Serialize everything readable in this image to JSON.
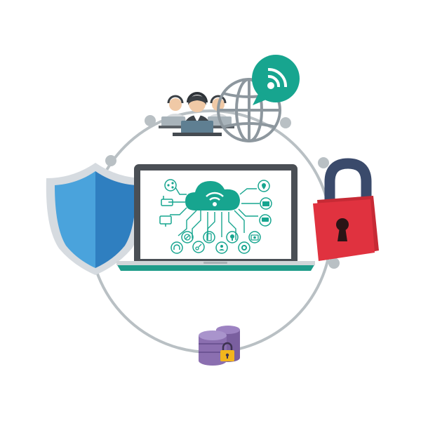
{
  "colors": {
    "ring": "#b9c0c4",
    "teal": "#17a58f",
    "teal_dark": "#12877a",
    "shield_light": "#4aa3dc",
    "shield_dark": "#2f7fc0",
    "shield_rim": "#d6dbe0",
    "lock_body": "#e0323f",
    "lock_shackle": "#3a4a6b",
    "globe": "#8d979e",
    "database": "#8b6fb0",
    "database_lock": "#f2b51d",
    "laptop_frame": "#4a4f55",
    "laptop_base": "#1f9c8a"
  },
  "illustration": {
    "center": "laptop-cloud-network",
    "orbit_items": [
      "support-agents",
      "globe-wifi-bubble",
      "padlock",
      "locked-database",
      "security-shield"
    ],
    "cloud_icon": "wifi-icon",
    "network_icons": [
      "share-icon",
      "router-icon",
      "monitor-icon",
      "location-pin-icon",
      "email-icon",
      "chat-icon",
      "no-entry-icon",
      "key-icon",
      "phone-icon",
      "lightbulb-icon",
      "user-icon",
      "gear-icon",
      "headphones-icon",
      "camera-icon"
    ]
  }
}
